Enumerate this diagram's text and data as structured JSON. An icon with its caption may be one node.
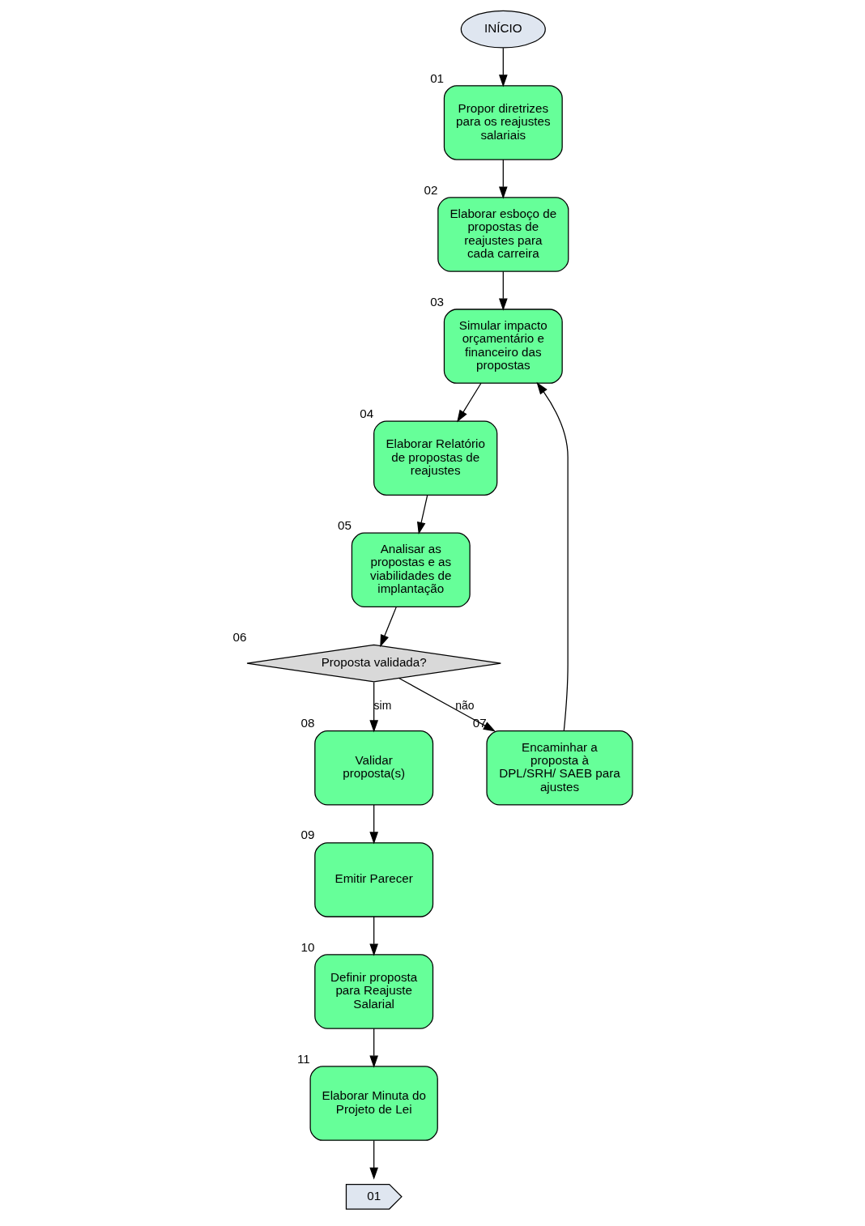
{
  "diagram": {
    "nodes": [
      {
        "text": [
          "INÍCIO"
        ]
      },
      {
        "text": [
          "Propor diretrizes para os reajustes salariais"
        ],
        "beside": [
          "01"
        ]
      },
      {
        "text": [
          "Elaborar esboço de propostas de reajustes para cada carreira"
        ],
        "beside": [
          "02"
        ]
      },
      {
        "text": [
          "Simular impacto orçamentário e financeiro das propostas"
        ],
        "beside": [
          "03"
        ]
      },
      {
        "text": [
          "Elaborar Relatório de propostas de reajustes"
        ],
        "beside": [
          "04"
        ]
      },
      {
        "text": [
          "Analisar as propostas e as viabilidades de implantação"
        ],
        "beside": [
          "05"
        ]
      },
      {
        "text": [
          "Proposta validada?"
        ],
        "beside": [
          "06"
        ]
      },
      {
        "text": [
          "Encaminhar a proposta à DPL/SRH/ SAEB para ajustes"
        ],
        "beside": [
          "07"
        ]
      },
      {
        "text": [
          "Validar proposta(s)"
        ],
        "beside": [
          "08"
        ]
      },
      {
        "text": [
          "Emitir Parecer"
        ],
        "beside": [
          "09"
        ]
      },
      {
        "text": [
          "Definir proposta para Reajuste Salarial"
        ],
        "beside": [
          "10"
        ]
      },
      {
        "text": [
          "Elaborar Minuta do Projeto de Lei"
        ],
        "beside": [
          "11"
        ]
      },
      {
        "text": [
          "01"
        ]
      }
    ],
    "edges": [
      {
        "from": 0,
        "to": 1,
        "arrow": "to"
      },
      {
        "from": 1,
        "to": 2,
        "arrow": "to"
      },
      {
        "from": 2,
        "to": 3,
        "arrow": "to"
      },
      {
        "from": 3,
        "to": 4,
        "arrow": "to"
      },
      {
        "from": 4,
        "to": 5,
        "arrow": "to"
      },
      {
        "from": 5,
        "to": 6,
        "arrow": "to"
      },
      {
        "from": 6,
        "to": 8,
        "arrow": "to",
        "label": "sim"
      },
      {
        "from": 6,
        "to": 7,
        "arrow": "to",
        "label": "não"
      },
      {
        "from": 7,
        "to": 3,
        "arrow": "to"
      },
      {
        "from": 8,
        "to": 9,
        "arrow": "to"
      },
      {
        "from": 9,
        "to": 10,
        "arrow": "to"
      },
      {
        "from": 10,
        "to": 11,
        "arrow": "to"
      },
      {
        "from": 11,
        "to": 12,
        "arrow": "to"
      }
    ]
  }
}
